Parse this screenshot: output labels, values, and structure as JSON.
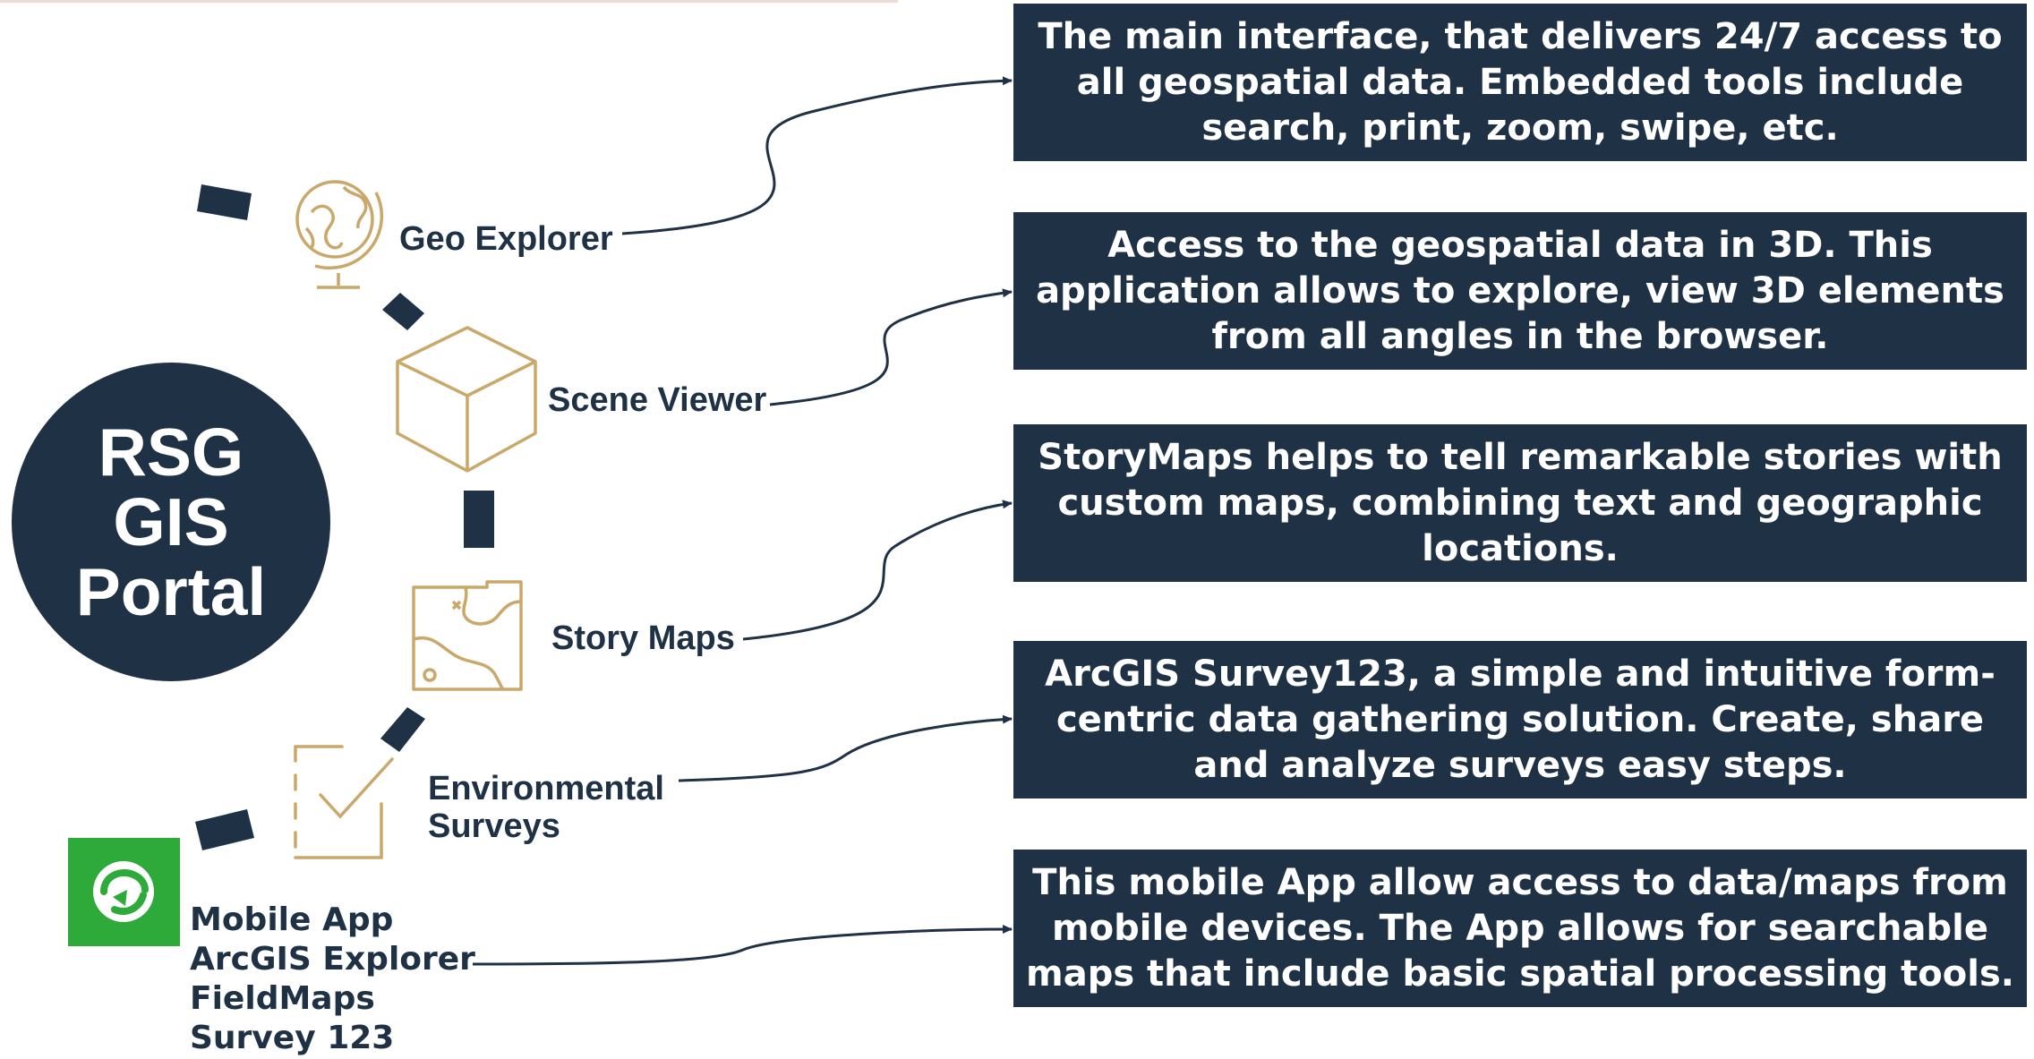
{
  "hub": {
    "lines": [
      "RSG",
      "GIS",
      "Portal"
    ]
  },
  "apps": [
    {
      "label": "Geo Explorer",
      "icon": "globe-icon"
    },
    {
      "label": "Scene Viewer",
      "icon": "cube-icon"
    },
    {
      "label": "Story Maps",
      "icon": "map-icon"
    },
    {
      "label": "Environmental Surveys",
      "label_lines": [
        "Environmental",
        "Surveys"
      ],
      "icon": "checklist-icon"
    },
    {
      "label": "Mobile App ArcGIS Explorer FieldMaps Survey 123",
      "label_lines": [
        "Mobile App",
        "ArcGIS Explorer",
        "FieldMaps",
        "Survey 123"
      ],
      "icon": "arcgis-explorer-app-icon"
    }
  ],
  "descriptions": [
    "The main interface, that delivers 24/7 access to all geospatial data.  Embedded tools include search, print, zoom, swipe, etc.",
    "Access to the geospatial data in 3D. This application allows to explore, view 3D elements from all angles in the browser.",
    "StoryMaps helps to tell remarkable stories with custom maps, combining text and geographic locations.",
    "ArcGIS Survey123, a simple and intuitive form-centric data gathering solution. Create, share and analyze surveys easy steps.",
    "This mobile App allow access to data/maps from mobile devices. The App allows for searchable maps that include basic spatial processing tools."
  ],
  "colors": {
    "navy": "#1f3145",
    "gold": "#c9a86a",
    "app_green": "#2eaa3b",
    "white": "#ffffff"
  }
}
